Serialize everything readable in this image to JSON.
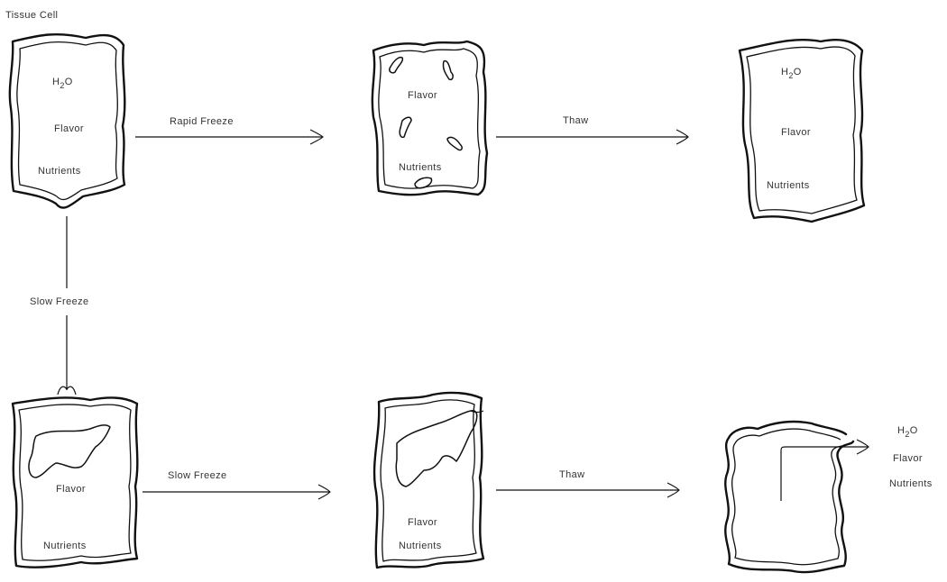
{
  "title": "Tissue Cell",
  "cells": {
    "top_left": {
      "water": "H",
      "water_sub": "2",
      "water_o": "O",
      "flavor": "Flavor",
      "nutrients": "Nutrients"
    },
    "top_middle": {
      "flavor": "Flavor",
      "nutrients": "Nutrients"
    },
    "top_right": {
      "water": "H",
      "water_sub": "2",
      "water_o": "O",
      "flavor": "Flavor",
      "nutrients": "Nutrients"
    },
    "bottom_left": {
      "flavor": "Flavor",
      "nutrients": "Nutrients"
    },
    "bottom_middle": {
      "flavor": "Flavor",
      "nutrients": "Nutrients"
    },
    "bottom_right_released": {
      "water": "H",
      "water_sub": "2",
      "water_o": "O",
      "flavor": "Flavor",
      "nutrients": "Nutrients"
    }
  },
  "arrows": {
    "rapid_freeze": "Rapid Freeze",
    "thaw_top": "Thaw",
    "slow_freeze_vertical": "Slow Freeze",
    "slow_freeze_bottom": "Slow Freeze",
    "thaw_bottom": "Thaw"
  }
}
